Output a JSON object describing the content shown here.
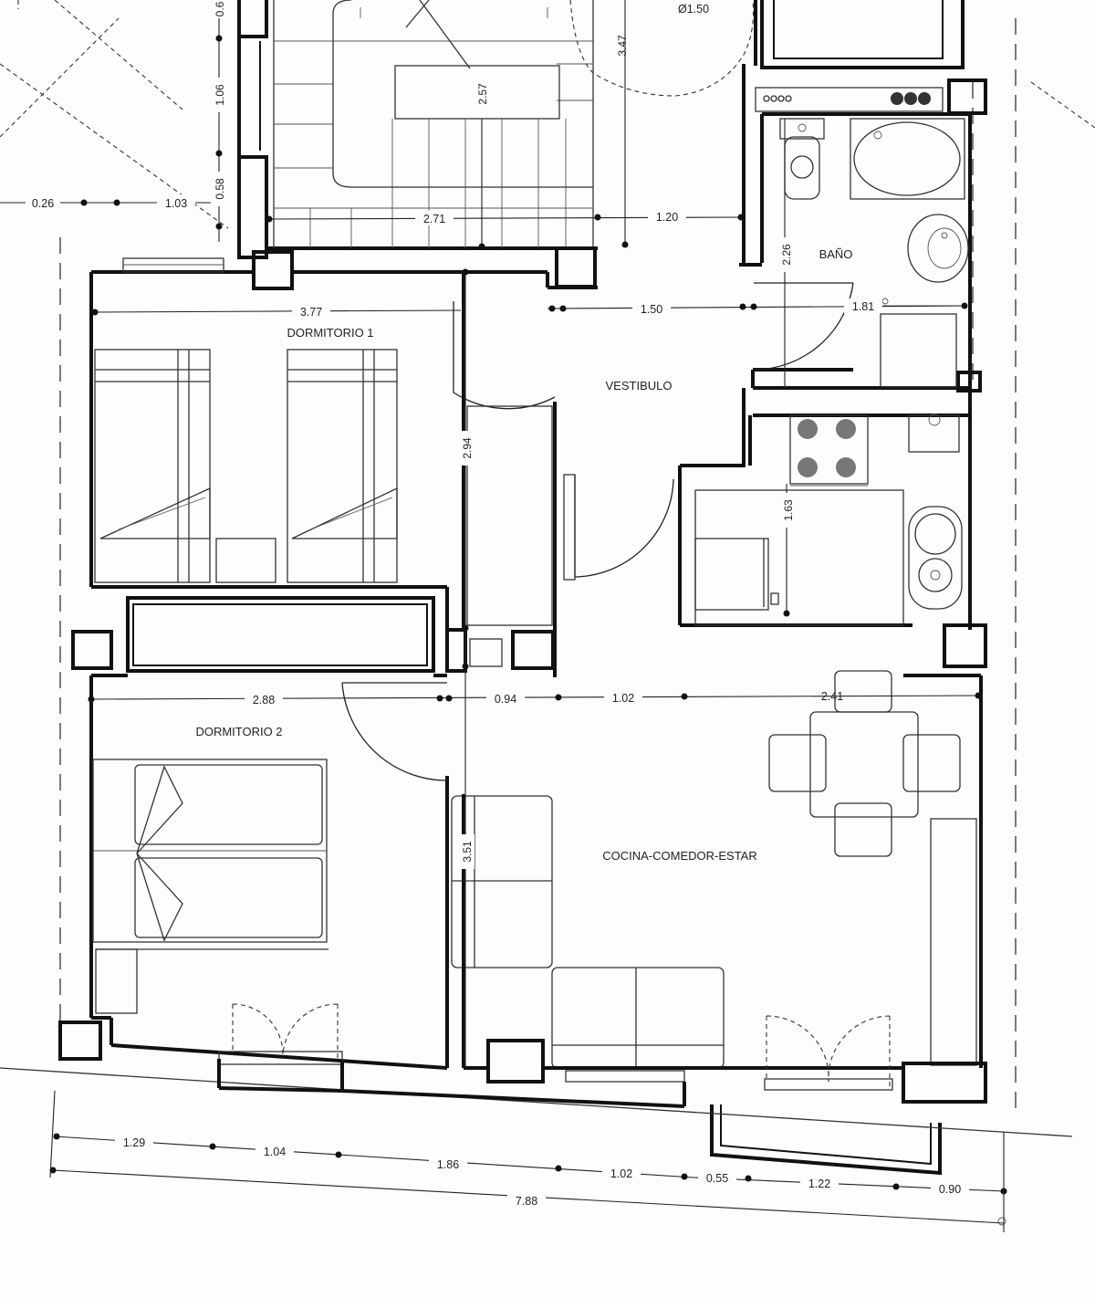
{
  "rooms": {
    "dormitorio1": "DORMITORIO 1",
    "dormitorio2": "DORMITORIO 2",
    "vestibulo": "VESTIBULO",
    "bano": "BAÑO",
    "cocina": "COCINA-COMEDOR-ESTAR"
  },
  "dimensions": {
    "top_0_26": "0.26",
    "top_1_03": "1.03",
    "v_0_6": "0.6",
    "v_1_06": "1.06",
    "v_0_58": "0.58",
    "stair_2_57": "2.57",
    "stair_3_47": "3.47",
    "circle_label": "Ø1.50",
    "h_2_71": "2.71",
    "h_1_20": "1.20",
    "v_2_26": "2.26",
    "h_3_77": "3.77",
    "h_1_50": "1.50",
    "h_1_81": "1.81",
    "v_2_94": "2.94",
    "v_1_63": "1.63",
    "h_2_88": "2.88",
    "h_0_94": "0.94",
    "h_1_02": "1.02",
    "h_2_41": "2.41",
    "v_3_51": "3.51",
    "b_1_29": "1.29",
    "b_1_04": "1.04",
    "b_1_86": "1.86",
    "b_1_02": "1.02",
    "b_0_55": "0.55",
    "b_1_22": "1.22",
    "b_0_90": "0.90",
    "b_7_88": "7.88"
  }
}
